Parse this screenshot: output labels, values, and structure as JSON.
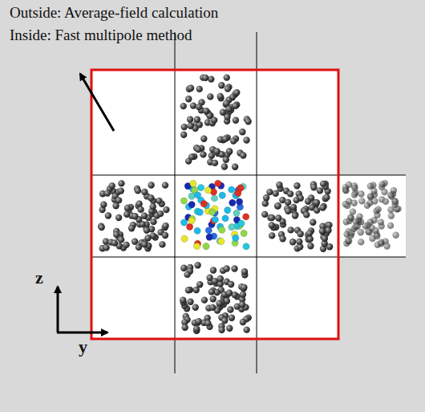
{
  "diagram": {
    "labels": [
      "Outside: Average-field calculation",
      "Inside: Fast multipole method",
      "z",
      "y"
    ]
  }
}
